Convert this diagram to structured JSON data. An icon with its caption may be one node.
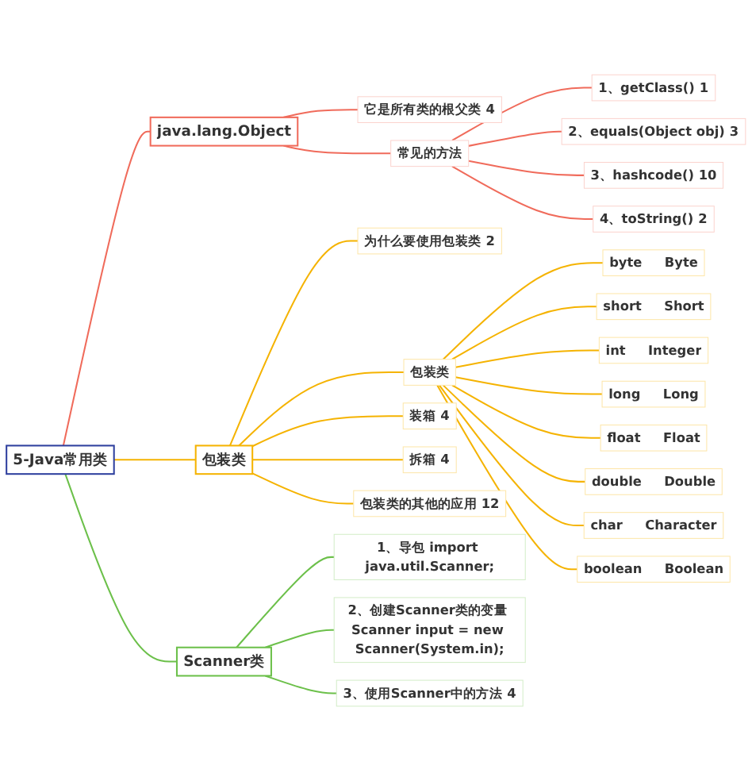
{
  "diagram": {
    "nodes": [
      {
        "text": [
          "5-Java常用类"
        ]
      },
      {
        "text": [
          "java.lang.Object"
        ]
      },
      {
        "text": [
          "它是所有类的根父类",
          "4"
        ]
      },
      {
        "text": [
          "常见的方法"
        ]
      },
      {
        "text": [
          "1、getClass()",
          "1"
        ]
      },
      {
        "text": [
          "2、equals(Object obj)",
          "3"
        ]
      },
      {
        "text": [
          "3、hashcode()",
          "10"
        ]
      },
      {
        "text": [
          "4、toString()",
          "2"
        ]
      },
      {
        "text": [
          "包装类"
        ]
      },
      {
        "text": [
          "为什么要使用包装类",
          "2"
        ]
      },
      {
        "text": [
          "包装类"
        ]
      },
      {
        "text": [
          "byte",
          "Byte"
        ]
      },
      {
        "text": [
          "short",
          "Short"
        ]
      },
      {
        "text": [
          "int",
          "Integer"
        ]
      },
      {
        "text": [
          "long",
          "Long"
        ]
      },
      {
        "text": [
          "float",
          "Float"
        ]
      },
      {
        "text": [
          "double",
          "Double"
        ]
      },
      {
        "text": [
          "char",
          "Character"
        ]
      },
      {
        "text": [
          "boolean",
          "Boolean"
        ]
      },
      {
        "text": [
          "装箱",
          "4"
        ]
      },
      {
        "text": [
          "拆箱",
          "4"
        ]
      },
      {
        "text": [
          "包装类的其他的应用",
          "12"
        ]
      },
      {
        "text": [
          "Scanner类"
        ]
      },
      {
        "text": [
          "1、导包 import java.util.Scanner;"
        ]
      },
      {
        "text": [
          "2、创建Scanner类的变量 Scanner input = new Scanner(System.in);"
        ]
      },
      {
        "text": [
          "3、使用Scanner中的方法",
          "4"
        ]
      }
    ],
    "edges": [
      {
        "from": 0,
        "to": 1,
        "arrow": "none",
        "color": "#f06b5b"
      },
      {
        "from": 1,
        "to": 2,
        "arrow": "none",
        "color": "#f06b5b"
      },
      {
        "from": 1,
        "to": 3,
        "arrow": "none",
        "color": "#f06b5b"
      },
      {
        "from": 3,
        "to": 4,
        "arrow": "none",
        "color": "#f06b5b"
      },
      {
        "from": 3,
        "to": 5,
        "arrow": "none",
        "color": "#f06b5b"
      },
      {
        "from": 3,
        "to": 6,
        "arrow": "none",
        "color": "#f06b5b"
      },
      {
        "from": 3,
        "to": 7,
        "arrow": "none",
        "color": "#f06b5b"
      },
      {
        "from": 0,
        "to": 8,
        "arrow": "none"
      },
      {
        "from": 8,
        "to": 9,
        "arrow": "none"
      },
      {
        "from": 8,
        "to": 10,
        "arrow": "none"
      },
      {
        "from": 10,
        "to": 11,
        "arrow": "none"
      },
      {
        "from": 10,
        "to": 12,
        "arrow": "none"
      },
      {
        "from": 10,
        "to": 13,
        "arrow": "none"
      },
      {
        "from": 10,
        "to": 14,
        "arrow": "none"
      },
      {
        "from": 10,
        "to": 15,
        "arrow": "none"
      },
      {
        "from": 10,
        "to": 16,
        "arrow": "none"
      },
      {
        "from": 10,
        "to": 17,
        "arrow": "none"
      },
      {
        "from": 10,
        "to": 18,
        "arrow": "none"
      },
      {
        "from": 8,
        "to": 19,
        "arrow": "none"
      },
      {
        "from": 8,
        "to": 20,
        "arrow": "none"
      },
      {
        "from": 8,
        "to": 21,
        "arrow": "none"
      },
      {
        "from": 0,
        "to": 22,
        "arrow": "none",
        "color": "#6cc04a"
      },
      {
        "from": 22,
        "to": 23,
        "arrow": "none",
        "color": "#6cc04a"
      },
      {
        "from": 22,
        "to": 24,
        "arrow": "none",
        "color": "#6cc04a"
      },
      {
        "from": 22,
        "to": 25,
        "arrow": "none",
        "color": "#6cc04a"
      }
    ]
  }
}
